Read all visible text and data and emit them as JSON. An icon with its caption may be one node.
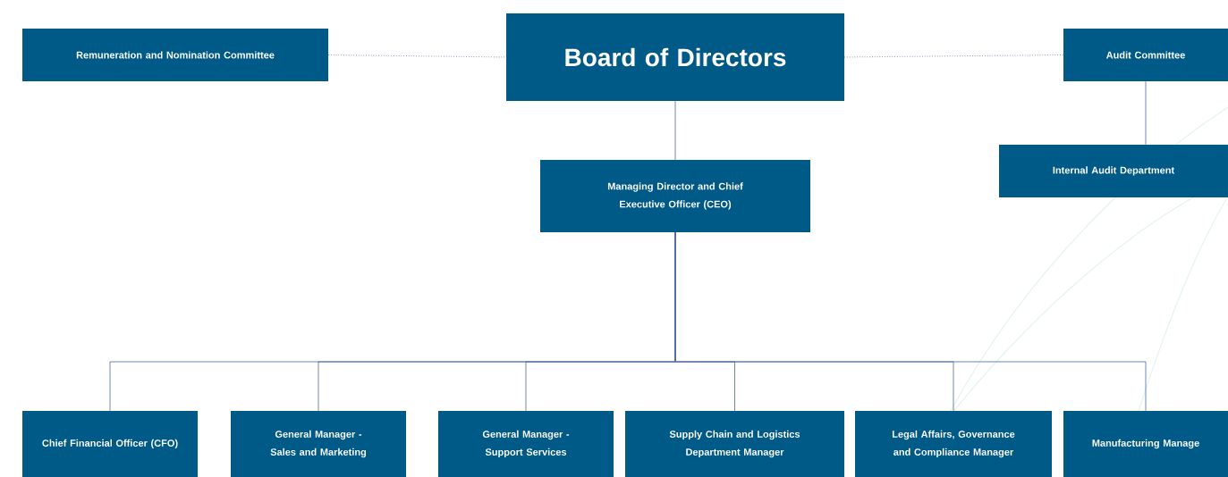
{
  "diagram": {
    "nodes": [
      {
        "text": [
          "Board of Directors"
        ]
      },
      {
        "text": [
          "Remuneration and Nomination Committee"
        ]
      },
      {
        "text": [
          "Audit Committee"
        ]
      },
      {
        "text": [
          "Managing Director and Chief Executive Officer (CEO)"
        ]
      },
      {
        "text": [
          "Internal Audit Department"
        ]
      },
      {
        "text": [
          "Chief Financial Officer (CFO)"
        ]
      },
      {
        "text": [
          "General Manager - Sales and Marketing"
        ]
      },
      {
        "text": [
          "General Manager - Support Services"
        ]
      },
      {
        "text": [
          "Supply Chain and Logistics Department Manager"
        ]
      },
      {
        "text": [
          "Legal Affairs, Governance and Compliance Manager"
        ]
      },
      {
        "text": [
          "Manufacturing Manage"
        ]
      }
    ],
    "edges": [
      {
        "from": 1,
        "to": 0,
        "arrow": "none",
        "style": "dashed"
      },
      {
        "from": 0,
        "to": 2,
        "arrow": "none",
        "style": "dashed"
      },
      {
        "from": 0,
        "to": 3,
        "arrow": "none"
      },
      {
        "from": 2,
        "to": 4,
        "arrow": "none"
      },
      {
        "from": 3,
        "to": 5,
        "arrow": "none"
      },
      {
        "from": 3,
        "to": 6,
        "arrow": "none"
      },
      {
        "from": 3,
        "to": 7,
        "arrow": "none"
      },
      {
        "from": 3,
        "to": 8,
        "arrow": "none"
      },
      {
        "from": 3,
        "to": 9,
        "arrow": "none"
      },
      {
        "from": 3,
        "to": 10,
        "arrow": "none"
      }
    ]
  }
}
